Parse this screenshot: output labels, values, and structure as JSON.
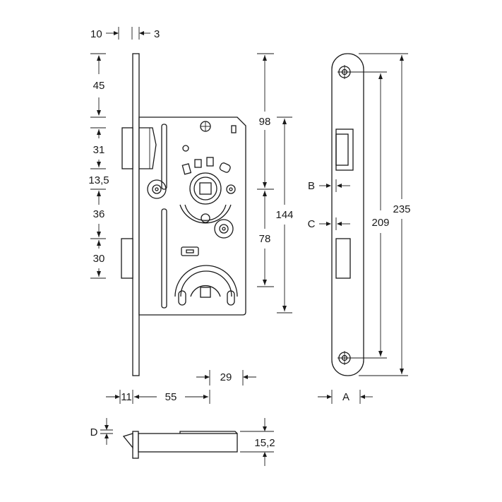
{
  "front_view": {
    "dims": {
      "faceplate_thickness_left": "10",
      "faceplate_thickness_right": "3",
      "top_to_latch": "45",
      "latch_height": "31",
      "latch_gap": "13,5",
      "gap_to_bolt": "36",
      "bolt_height": "30",
      "top_to_follower": "98",
      "follower_to_key": "78",
      "case_height": "144",
      "case_depth_tail": "29",
      "faceplate_offset": "11",
      "backset": "55"
    }
  },
  "faceplate_view": {
    "dims": {
      "screw_spacing": "209",
      "faceplate_length": "235",
      "latch_width": "B",
      "bolt_width": "C",
      "faceplate_width": "A"
    }
  },
  "bottom_view": {
    "dims": {
      "faceplate_thickness": "D",
      "case_thickness": "15,2"
    }
  },
  "colors": {
    "line": "#1a1a1a",
    "background": "#ffffff"
  }
}
